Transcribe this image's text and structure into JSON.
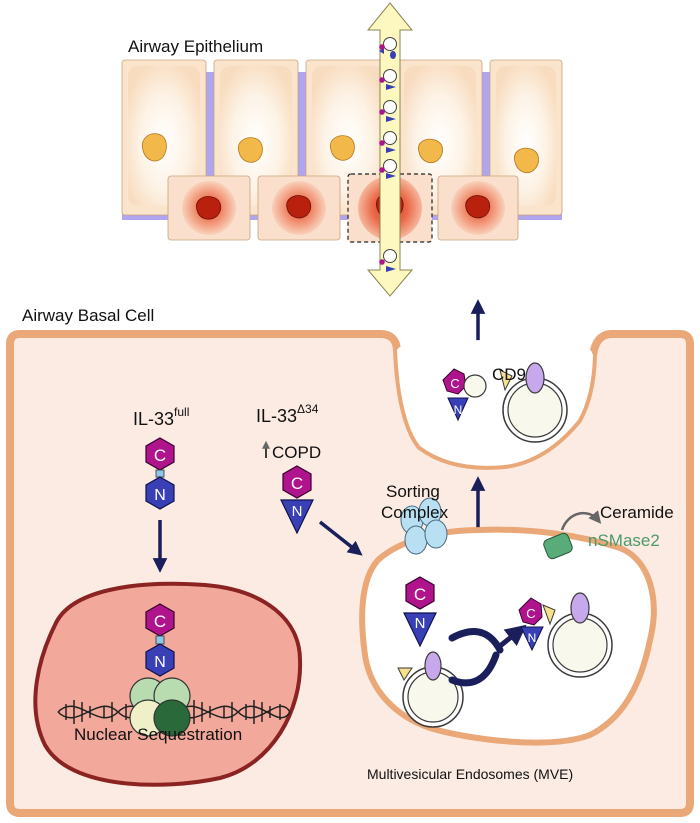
{
  "labels": {
    "epithelium_title": "Airway Epithelium",
    "basal_cell_title": "Airway Basal Cell",
    "il33_full": "IL-33",
    "il33_full_sup": "full",
    "il33_delta": "IL-33",
    "il33_delta_sup": "Δ34",
    "copd": "COPD",
    "sorting_line1": "Sorting",
    "sorting_line2": "Complex",
    "cd9": "CD9",
    "ceramide": "Ceramide",
    "nsmase2": "nSMase2",
    "nuclear": "Nuclear Sequestration",
    "mve": "Multivesicular Endosomes (MVE)",
    "domain_c": "C",
    "domain_n": "N"
  },
  "colors": {
    "cytoplasm_fill": "#fcebe2",
    "cell_border": "#eaa878",
    "nucleus_fill": "#f2a89a",
    "nucleus_border": "#8b2323",
    "c_domain": "#b0148c",
    "n_domain": "#3940b5",
    "arrow": "#1a1f5c",
    "vesicle_border": "#3a3a3a",
    "vesicle_inner": "#f8f8ec",
    "cd9_lobe": "#c8a8ec",
    "sorting_complex": "#b8e0f2",
    "nsmase2": "#5aab7a",
    "nsmase2_text": "#4a9a6a",
    "epithelial_cell": "#fbe4cc",
    "basement": "#b0a5ef",
    "epi_nucleus": "#f2b84a",
    "basal_nucleus": "#b9200e",
    "transport_arrow": "#fdf7c0"
  }
}
